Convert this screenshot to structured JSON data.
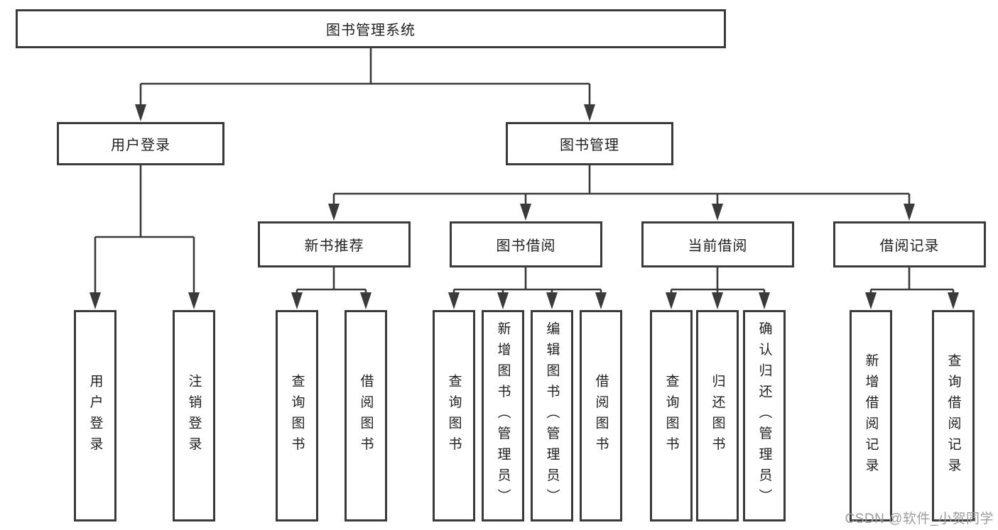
{
  "colors": {
    "background": "#ffffff",
    "line": "#3a3a3a",
    "border": "#3a3a3a",
    "text": "#1f1f1f",
    "watermark": "#9c9c9c"
  },
  "nodes": {
    "root": {
      "label": "图书管理系统"
    },
    "level2": [
      {
        "label": "用户登录"
      },
      {
        "label": "图书管理"
      }
    ],
    "level3": [
      {
        "label": "新书推荐",
        "parent": "图书管理"
      },
      {
        "label": "图书借阅",
        "parent": "图书管理"
      },
      {
        "label": "当前借阅",
        "parent": "图书管理"
      },
      {
        "label": "借阅记录",
        "parent": "图书管理"
      }
    ],
    "leaves": [
      {
        "label": "用户登录",
        "parent": "用户登录"
      },
      {
        "label": "注销登录",
        "parent": "用户登录"
      },
      {
        "label": "查询图书",
        "parent": "新书推荐"
      },
      {
        "label": "借阅图书",
        "parent": "新书推荐"
      },
      {
        "label": "查询图书",
        "parent": "图书借阅"
      },
      {
        "label": "新增图书（管理员）",
        "parent": "图书借阅"
      },
      {
        "label": "编辑图书（管理员）",
        "parent": "图书借阅"
      },
      {
        "label": "借阅图书",
        "parent": "图书借阅"
      },
      {
        "label": "查询图书",
        "parent": "当前借阅"
      },
      {
        "label": "归还图书",
        "parent": "当前借阅"
      },
      {
        "label": "确认归还（管理员）",
        "parent": "当前借阅"
      },
      {
        "label": "新增借阅记录",
        "parent": "借阅记录"
      },
      {
        "label": "查询借阅记录",
        "parent": "借阅记录"
      }
    ]
  },
  "watermark": {
    "text": "CSDN @软件_小贺同学"
  }
}
